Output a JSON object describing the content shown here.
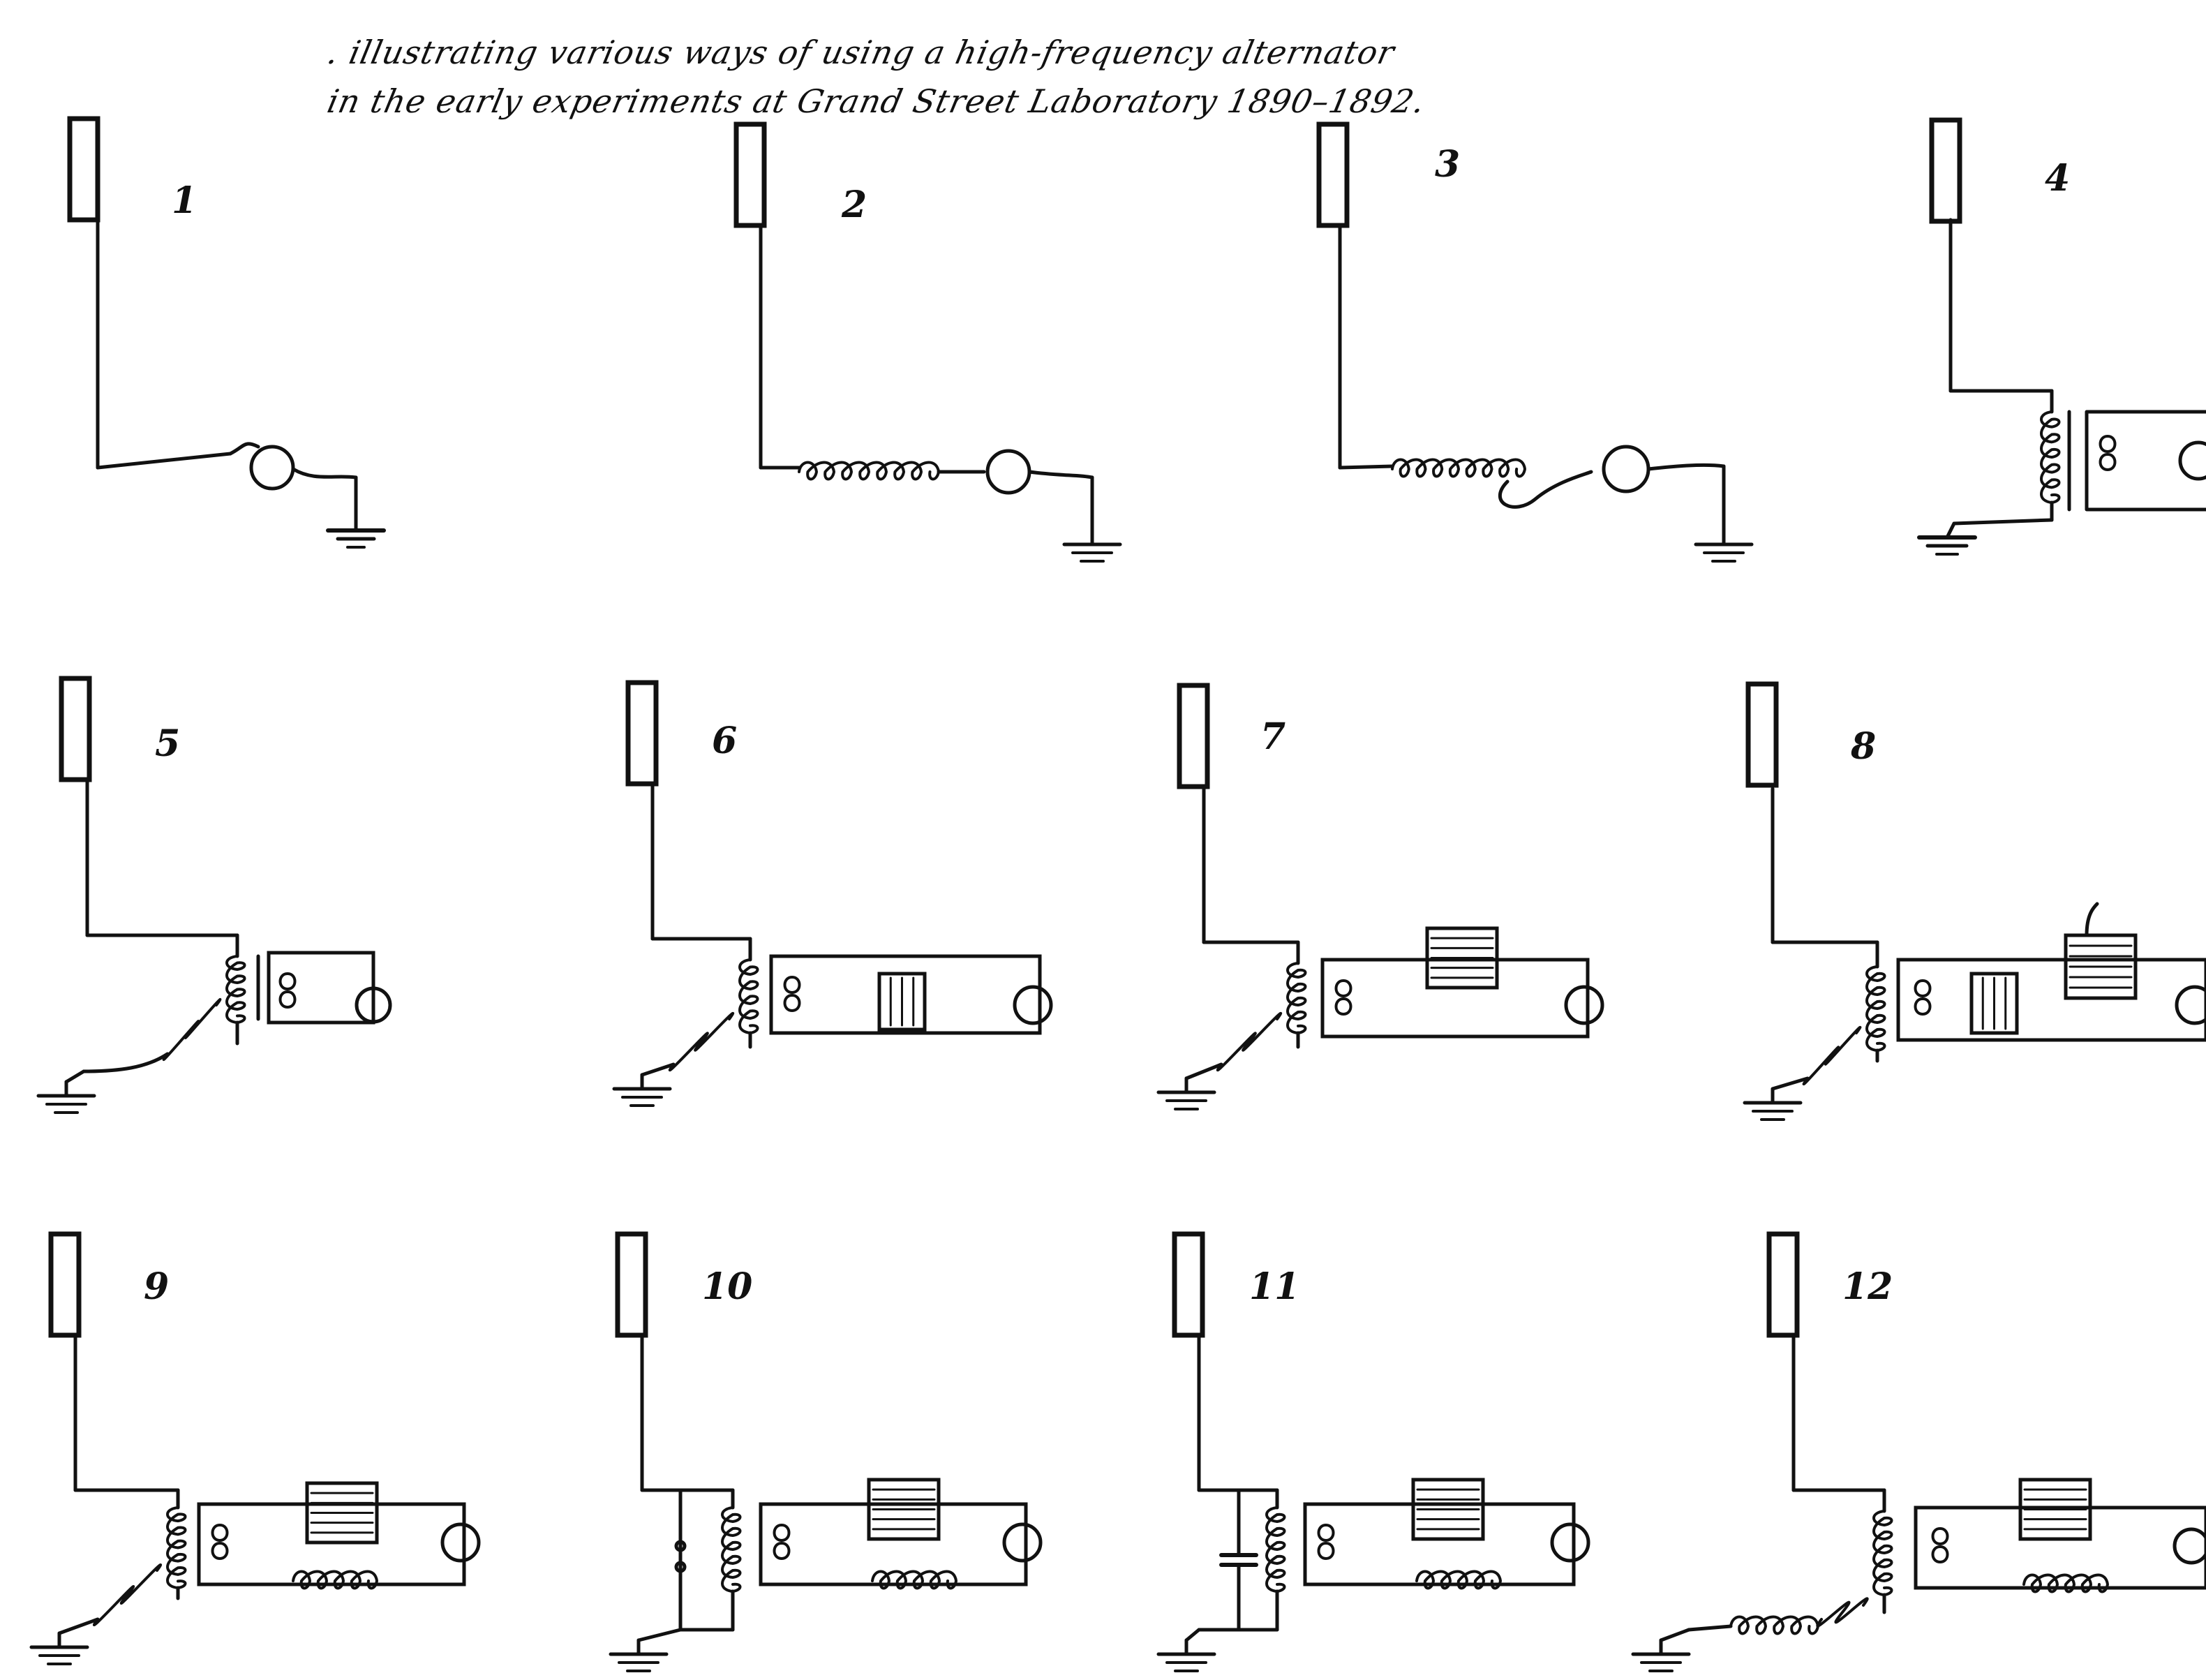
{
  "caption": {
    "line1": ". illustrating various ways of using a high-frequency alternator",
    "line2": "in the early experiments at Grand Street Laboratory 1890–1892."
  },
  "figures": [
    {
      "label": "1",
      "type": "direct"
    },
    {
      "label": "2",
      "type": "series-coil"
    },
    {
      "label": "3",
      "type": "series-coil-adjustable"
    },
    {
      "label": "4",
      "type": "transformer"
    },
    {
      "label": "5",
      "type": "transformer-ground-coil"
    },
    {
      "label": "6",
      "type": "transformer-condenser"
    },
    {
      "label": "7",
      "type": "transformer-series-condenser"
    },
    {
      "label": "8",
      "type": "transformer-two-condensers"
    },
    {
      "label": "9",
      "type": "transformer-condenser-coil"
    },
    {
      "label": "10",
      "type": "transformer-gap-condenser-coil"
    },
    {
      "label": "11",
      "type": "transformer-shunt-condenser-coil"
    },
    {
      "label": "12",
      "type": "transformer-ground-coil-condenser-coil"
    }
  ],
  "colors": {
    "ink": "#111111",
    "paper": "#ffffff"
  }
}
